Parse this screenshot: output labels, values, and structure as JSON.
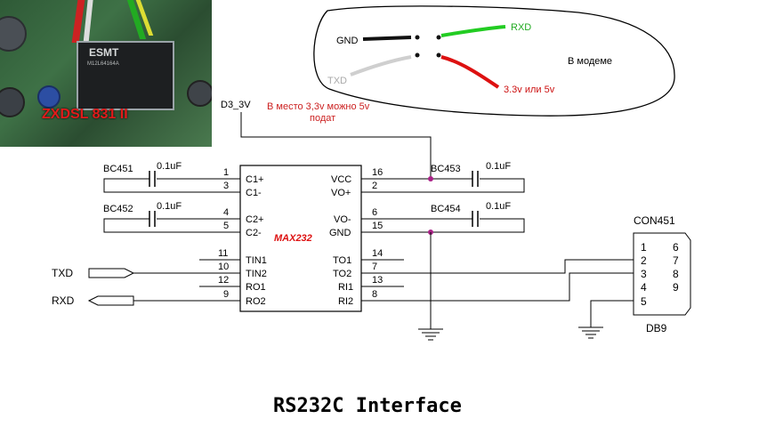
{
  "photo": {
    "label": "ZXDSL 831 II",
    "chip_brand": "ESMT",
    "chip_part": "M12L64164A"
  },
  "modem_note": {
    "gnd": "GND",
    "txd": "TXD",
    "rxd": "RXD",
    "voltage": "3.3v или 5v",
    "location": "В модеме",
    "gnd_wire_color": "#111111",
    "txd_wire_color": "#cfcfcf",
    "rxd_wire_color": "#22cc22",
    "vcc_wire_color": "#dd1111"
  },
  "power": {
    "label": "D3_3V",
    "note_line1": "В место 3,3v можно 5v",
    "note_line2": "подат",
    "note_color": "#cc2222"
  },
  "ic": {
    "name": "MAX232",
    "name_color": "#dd1111",
    "left_pins": [
      {
        "num": "1",
        "label": "C1+"
      },
      {
        "num": "3",
        "label": "C1-"
      },
      {
        "num": "4",
        "label": "C2+"
      },
      {
        "num": "5",
        "label": "C2-"
      },
      {
        "num": "11",
        "label": "TIN1"
      },
      {
        "num": "10",
        "label": "TIN2"
      },
      {
        "num": "12",
        "label": "RO1"
      },
      {
        "num": "9",
        "label": "RO2"
      }
    ],
    "right_pins": [
      {
        "num": "16",
        "label": "VCC"
      },
      {
        "num": "2",
        "label": "VO+"
      },
      {
        "num": "6",
        "label": "VO-"
      },
      {
        "num": "15",
        "label": "GND"
      },
      {
        "num": "14",
        "label": "TO1"
      },
      {
        "num": "7",
        "label": "TO2"
      },
      {
        "num": "13",
        "label": "RI1"
      },
      {
        "num": "8",
        "label": "RI2"
      }
    ]
  },
  "capacitors": [
    {
      "ref": "BC451",
      "value": "0.1uF"
    },
    {
      "ref": "BC452",
      "value": "0.1uF"
    },
    {
      "ref": "BC453",
      "value": "0.1uF"
    },
    {
      "ref": "BC454",
      "value": "0.1uF"
    }
  ],
  "signals": {
    "txd": "TXD",
    "rxd": "RXD"
  },
  "connector": {
    "ref": "CON451",
    "type": "DB9",
    "left_pins": [
      "1",
      "2",
      "3",
      "4",
      "5"
    ],
    "right_pins": [
      "6",
      "7",
      "8",
      "9"
    ]
  },
  "title": "RS232C Interface"
}
